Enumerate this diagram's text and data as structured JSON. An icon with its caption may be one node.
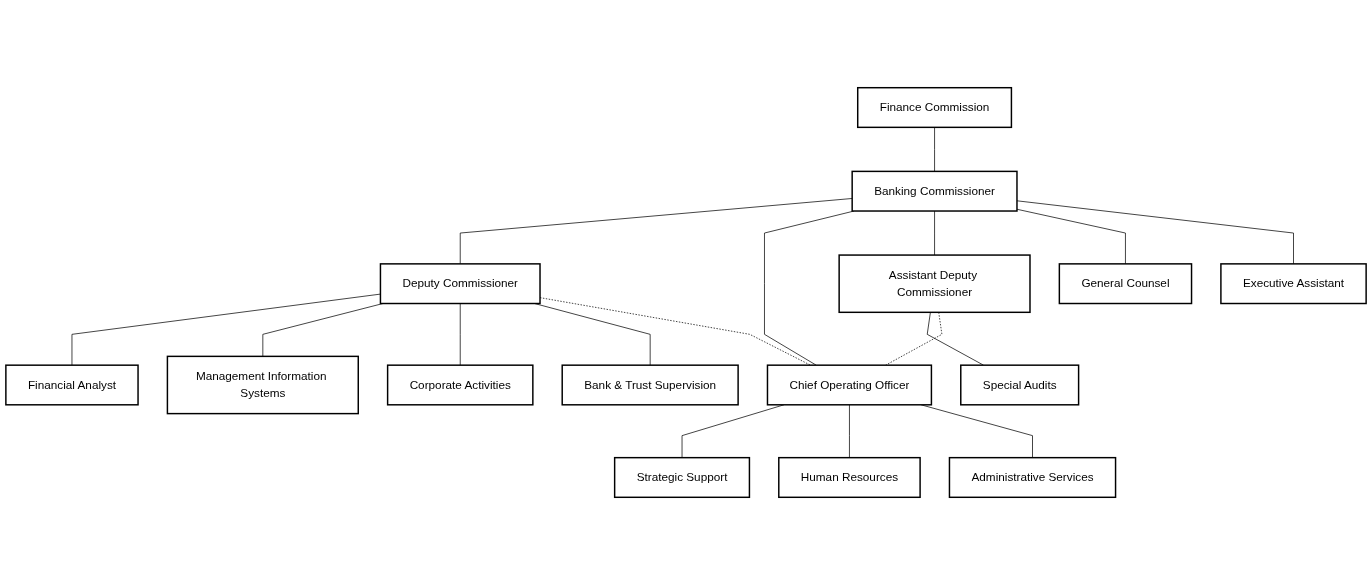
{
  "diagram": {
    "nodes": [
      {
        "text": [
          "Finance Commission"
        ]
      },
      {
        "text": [
          "Banking Commissioner"
        ]
      },
      {
        "text": [
          "General Counsel"
        ]
      },
      {
        "text": [
          "Executive Assistant"
        ]
      },
      {
        "text": [
          "Deputy Commissioner"
        ]
      },
      {
        "text": [
          "Chief Operating Officer"
        ]
      },
      {
        "text": [
          "Assistant Deputy Commissioner"
        ]
      },
      {
        "text": [
          "Financial Analyst"
        ]
      },
      {
        "text": [
          "Management Information Systems"
        ]
      },
      {
        "text": [
          "Strategic Support"
        ]
      },
      {
        "text": [
          "Administrative Services"
        ]
      },
      {
        "text": [
          "Special Audits"
        ]
      },
      {
        "text": [
          "Human Resources"
        ]
      },
      {
        "text": [
          "Corporate Activities"
        ]
      },
      {
        "text": [
          "Bank & Trust Supervision"
        ]
      }
    ],
    "edges": [
      {
        "from": 0,
        "to": 1,
        "arrow": "none"
      },
      {
        "from": 1,
        "to": 4,
        "arrow": "none"
      },
      {
        "from": 4,
        "to": 7,
        "arrow": "none"
      },
      {
        "from": 4,
        "to": 8,
        "arrow": "none"
      },
      {
        "from": 4,
        "to": 13,
        "arrow": "none"
      },
      {
        "from": 4,
        "to": 14,
        "arrow": "none"
      },
      {
        "from": 1,
        "to": 5,
        "arrow": "none"
      },
      {
        "from": 5,
        "to": 9,
        "arrow": "none"
      },
      {
        "from": 5,
        "to": 12,
        "arrow": "none"
      },
      {
        "from": 5,
        "to": 10,
        "arrow": "none"
      },
      {
        "from": 1,
        "to": 6,
        "arrow": "none"
      },
      {
        "from": 6,
        "to": 11,
        "arrow": "none"
      },
      {
        "from": 1,
        "to": 2,
        "arrow": "none"
      },
      {
        "from": 1,
        "to": 3,
        "arrow": "none"
      },
      {
        "from": 4,
        "to": 5,
        "arrow": "none",
        "style": "dashed"
      },
      {
        "from": 6,
        "to": 5,
        "arrow": "none",
        "style": "dashed"
      }
    ]
  }
}
